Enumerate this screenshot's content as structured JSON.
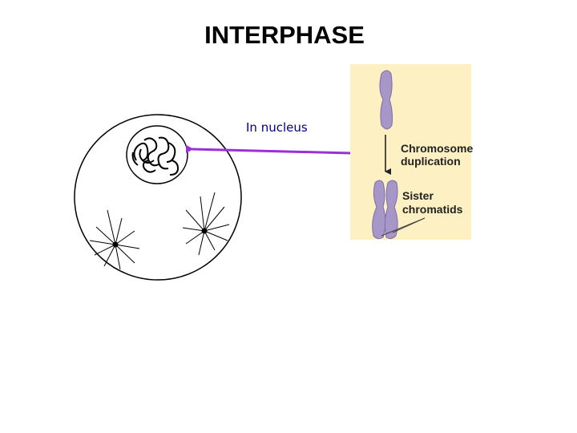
{
  "slide": {
    "title": "INTERPHASE"
  },
  "annotation": {
    "label": "In nucleus",
    "arrow_color": "#9b30d9"
  },
  "inset": {
    "background_color": "#fdf0c2",
    "chromosome_color": "#a796c8",
    "step_label_line1": "Chromosome",
    "step_label_line2": "duplication",
    "result_label_line1": "Sister",
    "result_label_line2": "chromatids"
  }
}
